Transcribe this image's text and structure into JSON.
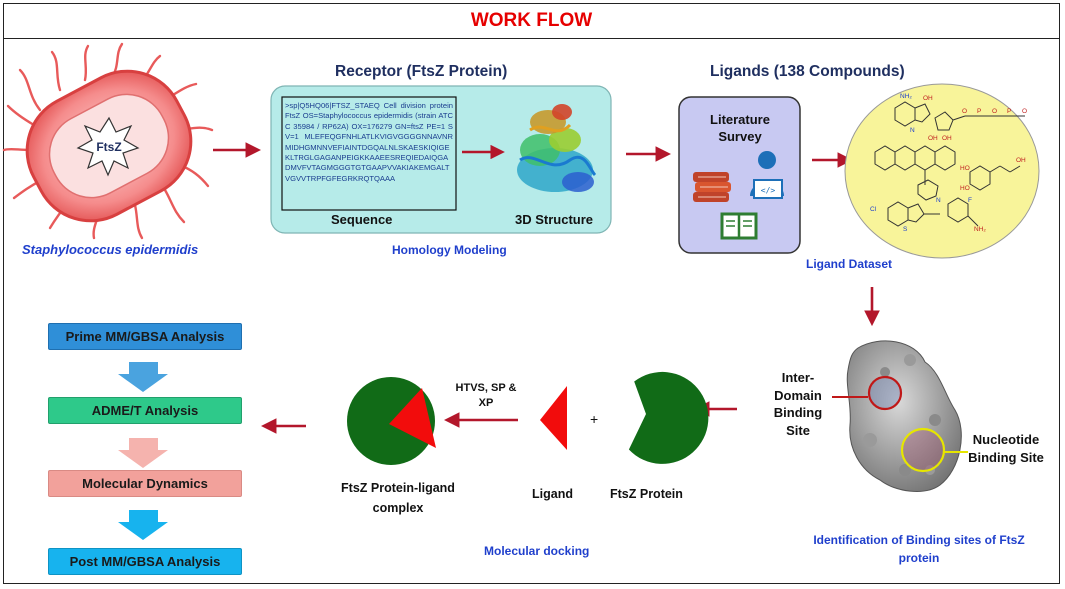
{
  "title": "WORK FLOW",
  "organism": {
    "label": "Staphylococcus epidermidis",
    "cell_tag": "FtsZ"
  },
  "receptor": {
    "heading": "Receptor (FtsZ Protein)",
    "sequence_text": ">sp|Q5HQ06|FTSZ_STAEQ Cell division protein FtsZ OS=Staphylococcus epidermidis (strain ATCC 35984 / RP62A) OX=176279 GN=ftsZ PE=1 SV=1 MLEFEQGFNHLATLKVIGVGGGGNNAVNRMIDHGMNNVEFIAINTDGQALNLSKAESKIQIGEKLTRGLGAGANPEIGKKAAEESREQIEDAIQGADMVFVTAGMGGGTGTGAAPVVAKIAKEMGALTVGVVTRPFGFEGRKRQTQAAA",
    "sequence_label": "Sequence",
    "structure_label": "3D Structure",
    "caption": "Homology Modeling"
  },
  "ligands": {
    "heading": "Ligands (138 Compounds)",
    "survey_label": "Literature Survey",
    "dataset_caption": "Ligand Dataset"
  },
  "binding": {
    "inter_domain_label": "Inter-Domain Binding Site",
    "nucleotide_label": "Nucleotide Binding Site",
    "caption": "Identification of Binding sites of FtsZ protein"
  },
  "docking": {
    "protein_label": "FtsZ Protein",
    "ligand_label": "Ligand",
    "plus": "+",
    "method_label": "HTVS, SP & XP",
    "complex_label": "FtsZ Protein-ligand complex",
    "caption": "Molecular docking"
  },
  "analysis_steps": [
    {
      "label": "Prime MM/GBSA Analysis",
      "color": "#2f8fd8"
    },
    {
      "label": "ADME/T Analysis",
      "color": "#2ec98a"
    },
    {
      "label": "Molecular Dynamics",
      "color": "#f2a19b"
    },
    {
      "label": "Post MM/GBSA Analysis",
      "color": "#17b3ee"
    }
  ],
  "colors": {
    "title": "#e60000",
    "arrow": "#b3172b",
    "heading": "#1f2f60",
    "caption": "#1f3fcc",
    "receptor_panel": "#b6ebe9",
    "survey_panel": "#c8c9f2",
    "ligand_disc": "#f8f49a",
    "protein_green": "#116b17",
    "ligand_red": "#f20c0c"
  }
}
